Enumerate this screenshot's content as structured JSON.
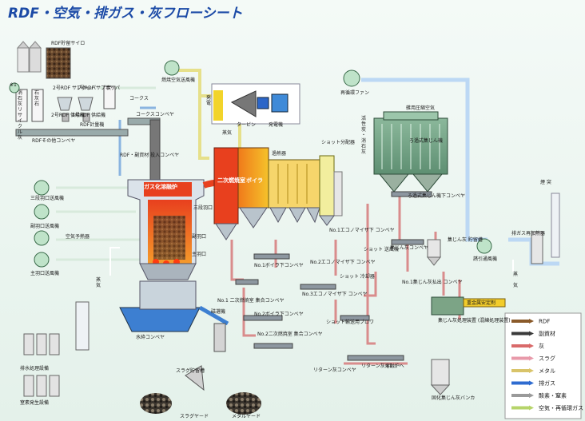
{
  "title": "RDF・空気・排ガス・灰フローシート",
  "labels": {
    "rdf_silo": "RDF貯留サイロ",
    "hopper2": "2号RDF サブホッパ",
    "hopper1": "1号RDF サブホッパ",
    "feeder2": "2号RDF 供給機",
    "feeder1": "1号RDF 供給機",
    "rdf_meter": "RDF計量機",
    "rdf_other_conveyor": "RDFその他コンベヤ",
    "coke": "コークス",
    "coke_conveyor": "コークスコンベヤ",
    "quicklime": "消石灰リサイクル灰",
    "limestone": "石灰石",
    "charcoal": "炭",
    "rdf_aux_feeder": "RDF・副資材 投入コンベヤ",
    "furnace": "ガス化溶融炉",
    "tertiary_tuyere": "三段羽口",
    "secondary_tuyere": "副羽口",
    "primary_tuyere": "主羽口",
    "fan_tertiary": "三段羽口送風機",
    "fan_secondary": "副羽口送風機",
    "fan_primary": "主羽口送風機",
    "air_preheater": "空気予熱器",
    "steam_left": "蒸気",
    "fuel_air_fan": "燃焼空気送風機",
    "secondary_chamber": "二次燃焼室",
    "boiler": "ボイラ",
    "superheater": "過熱器",
    "shot_distributor": "ショット分配器",
    "generation": "発電",
    "turbine": "タービン",
    "generator": "発電機",
    "steam_top": "蒸気",
    "recirc_fan": "再循環ファン",
    "activated_carbon": "活性炭・消石灰",
    "compressed_air": "雑用圧縮空気",
    "bag_filter": "ろ過式集じん機",
    "bag_filter_conveyor": "ろ過式集じん機下コンベヤ",
    "eco1_conveyor": "No.1エコノマイザ下 コンベヤ",
    "boiler1_conveyor": "No.1ボイラ下コンベヤ",
    "eco2_conveyor": "No.2エコノマイザ下 コンベヤ",
    "shot_blower1": "ショット 送風機",
    "shot_cooler": "ショット 冷却器",
    "eco3_conveyor": "No.3エコノマイザ下 コンベヤ",
    "secondary_collect": "No.1 二次燃焼室 集合コンベヤ",
    "boiler2_conveyor": "No.2ボイラ下コンベヤ",
    "secondary_collect2": "No.2二次燃焼室 集合コンベヤ",
    "shot_transport": "ショット輸送用ブロワ",
    "dust_conveyor": "集じん灰コンベヤ",
    "dust_silo": "集じん灰 貯留槽",
    "dust_out_conveyor": "No.1集じん灰払出 コンベヤ",
    "heavy_metal": "重金属安定剤",
    "dust_treatment": "集じん灰処理装置 (混練処理装置)",
    "solidified_bunker": "固化集じん灰バンカ",
    "induced_fan": "誘引通風機",
    "exhaust_reheater": "排ガス再加熱器",
    "stack": "煙 突",
    "steam_right": "蒸 気",
    "water_conveyor": "水砕コンベヤ",
    "magnet": "磁選機",
    "slag_storage": "スラグ貯留槽",
    "slag_yard": "スラグヤード",
    "metal_yard": "メタルヤード",
    "return_conveyor": "リターン灰コンベヤ",
    "return_label": "リターン灰溶融炉へ",
    "wastewater": "排水処理設備",
    "sludge": "窒素発生設備",
    "star1": "※1",
    "star2": "※1"
  },
  "legend": [
    {
      "label": "RDF",
      "color": "#8a5a2a"
    },
    {
      "label": "副資材",
      "color": "#3a3a3a"
    },
    {
      "label": "灰",
      "color": "#d96a6a"
    },
    {
      "label": "スラグ",
      "color": "#e89aaa"
    },
    {
      "label": "メタル",
      "color": "#d9c46a"
    },
    {
      "label": "排ガス",
      "color": "#2e6bd0"
    },
    {
      "label": "酸素・窒素",
      "color": "#9a9a9a"
    },
    {
      "label": "空気・再循環ガス",
      "color": "#b6d46a"
    }
  ]
}
